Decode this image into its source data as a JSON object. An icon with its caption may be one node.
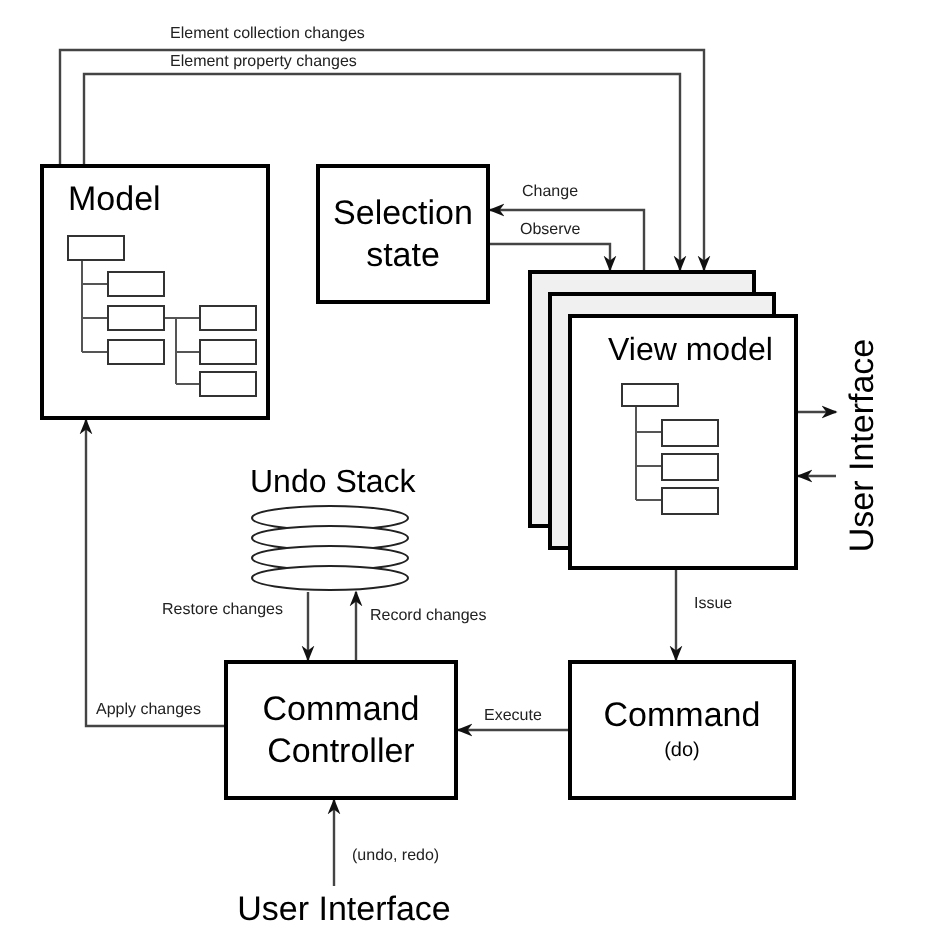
{
  "diagram": {
    "nodes": [
      {
        "text": [
          "Model"
        ]
      },
      {
        "text": [
          "Selection state"
        ]
      },
      {
        "text": [
          "View model"
        ]
      },
      {
        "text": [
          "User Interface"
        ]
      },
      {
        "text": [
          "Undo Stack"
        ]
      },
      {
        "text": [
          "Command Controller"
        ]
      },
      {
        "text": [
          "Command",
          "(do)"
        ]
      },
      {
        "text": [
          "User Interface"
        ]
      }
    ],
    "edges": [
      {
        "from": 0,
        "to": 2,
        "arrow": "to",
        "label": "Element collection changes"
      },
      {
        "from": 0,
        "to": 2,
        "arrow": "to",
        "label": "Element property changes"
      },
      {
        "from": 2,
        "to": 1,
        "arrow": "to",
        "label": "Change"
      },
      {
        "from": 1,
        "to": 2,
        "arrow": "to",
        "label": "Observe"
      },
      {
        "from": 2,
        "to": 3,
        "arrow": "to"
      },
      {
        "from": 3,
        "to": 2,
        "arrow": "to"
      },
      {
        "from": 2,
        "to": 6,
        "arrow": "to",
        "label": "Issue"
      },
      {
        "from": 6,
        "to": 5,
        "arrow": "to",
        "label": "Execute"
      },
      {
        "from": 5,
        "to": 0,
        "arrow": "to",
        "label": "Apply changes"
      },
      {
        "from": 4,
        "to": 5,
        "arrow": "to",
        "label": "Restore changes"
      },
      {
        "from": 5,
        "to": 4,
        "arrow": "to",
        "label": "Record changes"
      },
      {
        "from": 7,
        "to": 5,
        "arrow": "to",
        "label": "(undo, redo)"
      }
    ]
  }
}
